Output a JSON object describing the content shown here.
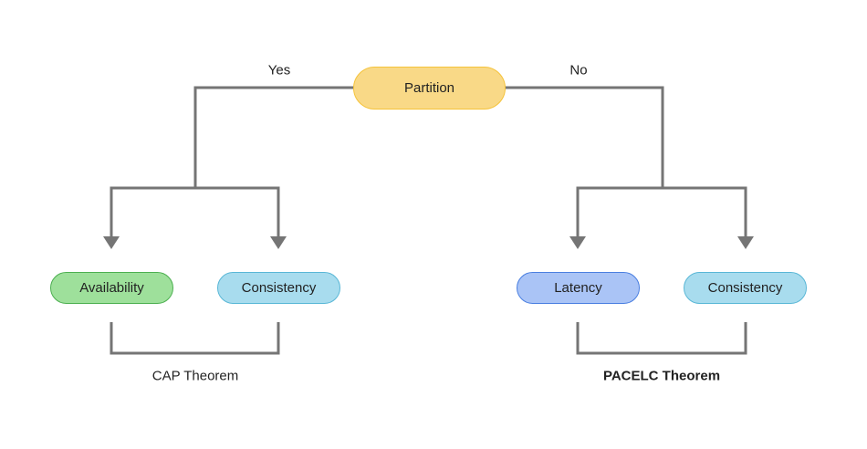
{
  "root": {
    "label": "Partition",
    "fill": "#f9d987",
    "stroke": "#f5c33b"
  },
  "branches": {
    "yes_label": "Yes",
    "no_label": "No"
  },
  "left": {
    "nodes": [
      {
        "label": "Availability",
        "fill": "#9ee09b",
        "stroke": "#4caf50"
      },
      {
        "label": "Consistency",
        "fill": "#a8dcee",
        "stroke": "#59b7d6"
      }
    ],
    "theorem": "CAP Theorem"
  },
  "right": {
    "nodes": [
      {
        "label": "Latency",
        "fill": "#aac4f6",
        "stroke": "#4a7fe0"
      },
      {
        "label": "Consistency",
        "fill": "#a8dcee",
        "stroke": "#59b7d6"
      }
    ],
    "theorem": "PACELC Theorem"
  },
  "colors": {
    "line": "#757575"
  }
}
